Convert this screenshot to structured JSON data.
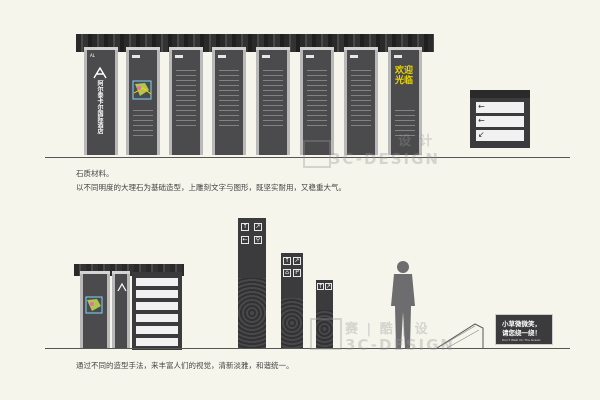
{
  "top_caption": {
    "line1": "石质材料。",
    "line2": "以不同明度的大理石为基础造型，上雕刻文字与图形，既坚实耐用，又稳重大气。"
  },
  "bottom_caption": "通过不同的造型手法，来丰富人们的视觉，清新淡雅，和谐统一。",
  "watermark_top": {
    "cn": "设 计",
    "en": "3C-DESIGN"
  },
  "watermark_bottom": {
    "cn": "赛 | 酷 | 设",
    "en": "3C-DESIGN"
  },
  "welcome_panel": "欢迎光临",
  "hotel_panel_title": "阿尔泰卡尔国际酒店",
  "panel_logo": "AL",
  "slogan_sign": {
    "line1": "小草微微笑，",
    "line2": "请您绕一绕！",
    "line3": "Don't Walk On The Grass!"
  },
  "colors": {
    "background": "#f6f5ec",
    "panel": "#4b4b4d",
    "accent": "#e9d400"
  }
}
